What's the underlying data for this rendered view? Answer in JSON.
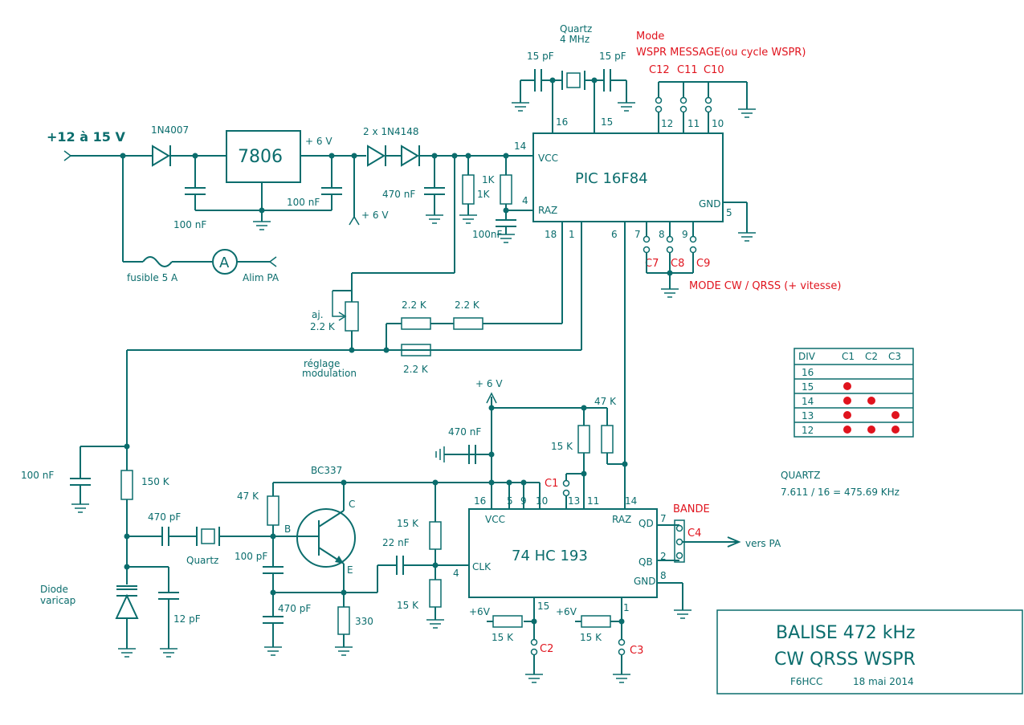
{
  "supply": {
    "input_label": "+12 à 15 V",
    "diode": "1N4007",
    "regulator": "7806",
    "out_label": "+ 6 V",
    "cap_in": "100 nF",
    "cap_out": "100 nF",
    "rail_label": "+ 6 V",
    "fuse": "fusible 5 A",
    "ammeter_symbol": "A",
    "pa_supply": "Alim PA"
  },
  "diodes_1n4148": {
    "label": "2 x 1N4148",
    "cap": "470 nF"
  },
  "pic": {
    "name": "PIC 16F84",
    "vcc": "VCC",
    "raz": "RAZ",
    "gnd": "GND",
    "pins": {
      "p14": "14",
      "p4": "4",
      "p16": "16",
      "p15": "15",
      "p12": "12",
      "p11": "11",
      "p10": "10",
      "p5": "5",
      "p18": "18",
      "p1": "1",
      "p6": "6",
      "p7": "7",
      "p8": "8",
      "p9": "9"
    },
    "r1": "1K",
    "r2": "1K",
    "cap": "100nF"
  },
  "quartz_pic": {
    "label_1": "Quartz",
    "label_2": "4 MHz",
    "cap_left": "15 pF",
    "cap_right": "15 pF"
  },
  "mode": {
    "title_1": "Mode",
    "title_2": "WSPR  MESSAGE(ou cycle WSPR)",
    "c12": "C12",
    "c11": "C11",
    "c10": "C10",
    "c7": "C7",
    "c8": "C8",
    "c9": "C9",
    "cw_label": "MODE CW / QRSS (+ vitesse)"
  },
  "modulation": {
    "pot_label_1": "aj.",
    "pot_label_2": "2.2 K",
    "r_a": "2.2 K",
    "r_b": "2.2 K",
    "r_c": "2.2 K",
    "label_1": "réglage",
    "label_2": "modulation"
  },
  "oscillator": {
    "cap_100nf": "100 nF",
    "r_150k": "150 K",
    "cap_470pf": "470 pF",
    "quartz": "Quartz",
    "varicap_1": "Diode",
    "varicap_2": "varicap",
    "cap_12pf": "12 pF",
    "r_47k": "47 K",
    "transistor": "BC337",
    "pin_c": "C",
    "pin_b": "B",
    "pin_e": "E",
    "cap_100pf": "100 pF",
    "cap_470pf_b": "470 pF",
    "r_330": "330",
    "cap_22nf": "22 nF",
    "r_15k_a": "15 K",
    "r_15k_b": "15 K"
  },
  "counter": {
    "name": "74 HC 193",
    "vcc": "VCC",
    "raz": "RAZ",
    "clk": "CLK",
    "qd": "QD",
    "qb": "QB",
    "gnd": "GND",
    "pins": {
      "p16": "16",
      "p5": "5",
      "p9": "9",
      "p10": "10",
      "p13": "13",
      "p11": "11",
      "p14": "14",
      "p4": "4",
      "p7": "7",
      "p2": "2",
      "p8": "8",
      "p15": "15",
      "p1": "1"
    },
    "rail": "+ 6 V",
    "cap_470nf": "470 nF",
    "r_47k": "47 K",
    "r_15k": "15 K",
    "c1": "C1",
    "pull_a_supply": "+6V",
    "pull_a_r": "15 K",
    "c2": "C2",
    "pull_b_supply": "+6V",
    "pull_b_r": "15 K",
    "c3": "C3"
  },
  "band": {
    "label": "BANDE",
    "c4": "C4",
    "out": "vers PA"
  },
  "div_table": {
    "headers": [
      "DIV",
      "C1",
      "C2",
      "C3"
    ],
    "rows": [
      {
        "div": "16",
        "c": [
          false,
          false,
          false
        ]
      },
      {
        "div": "15",
        "c": [
          true,
          false,
          false
        ]
      },
      {
        "div": "14",
        "c": [
          true,
          true,
          false
        ]
      },
      {
        "div": "13",
        "c": [
          true,
          false,
          true
        ]
      },
      {
        "div": "12",
        "c": [
          true,
          true,
          true
        ]
      }
    ]
  },
  "quartz_note": {
    "line_1": "QUARTZ",
    "line_2": "7.611 / 16 = 475.69 KHz"
  },
  "title_block": {
    "line_1": "BALISE 472 kHz",
    "line_2": "CW  QRSS  WSPR",
    "author": "F6HCC",
    "date": "18 mai 2014"
  },
  "colors": {
    "ink": "#0b6d6d",
    "accent": "#e0141e"
  }
}
